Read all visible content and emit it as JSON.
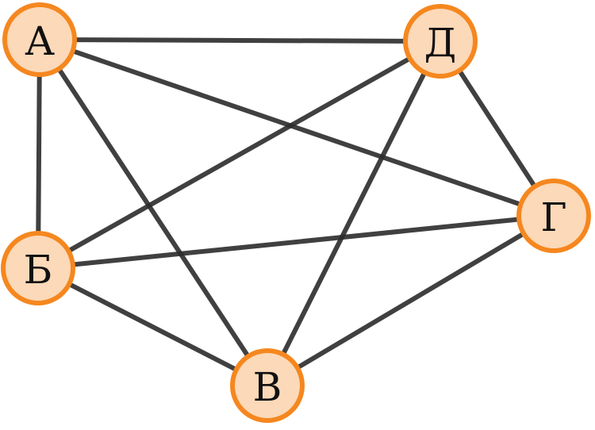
{
  "colors": {
    "node_fill": "#fcd9b8",
    "node_stroke": "#f5871f",
    "edge": "#2b2b2b"
  },
  "nodes": [
    {
      "id": "A",
      "label": "А"
    },
    {
      "id": "D",
      "label": "Д"
    },
    {
      "id": "G",
      "label": "Г"
    },
    {
      "id": "B6",
      "label": "Б"
    },
    {
      "id": "V",
      "label": "В"
    }
  ],
  "edges": [
    [
      "A",
      "D"
    ],
    [
      "A",
      "G"
    ],
    [
      "A",
      "B6"
    ],
    [
      "A",
      "V"
    ],
    [
      "D",
      "B6"
    ],
    [
      "D",
      "V"
    ],
    [
      "D",
      "G"
    ],
    [
      "B6",
      "G"
    ],
    [
      "B6",
      "V"
    ],
    [
      "V",
      "G"
    ]
  ]
}
